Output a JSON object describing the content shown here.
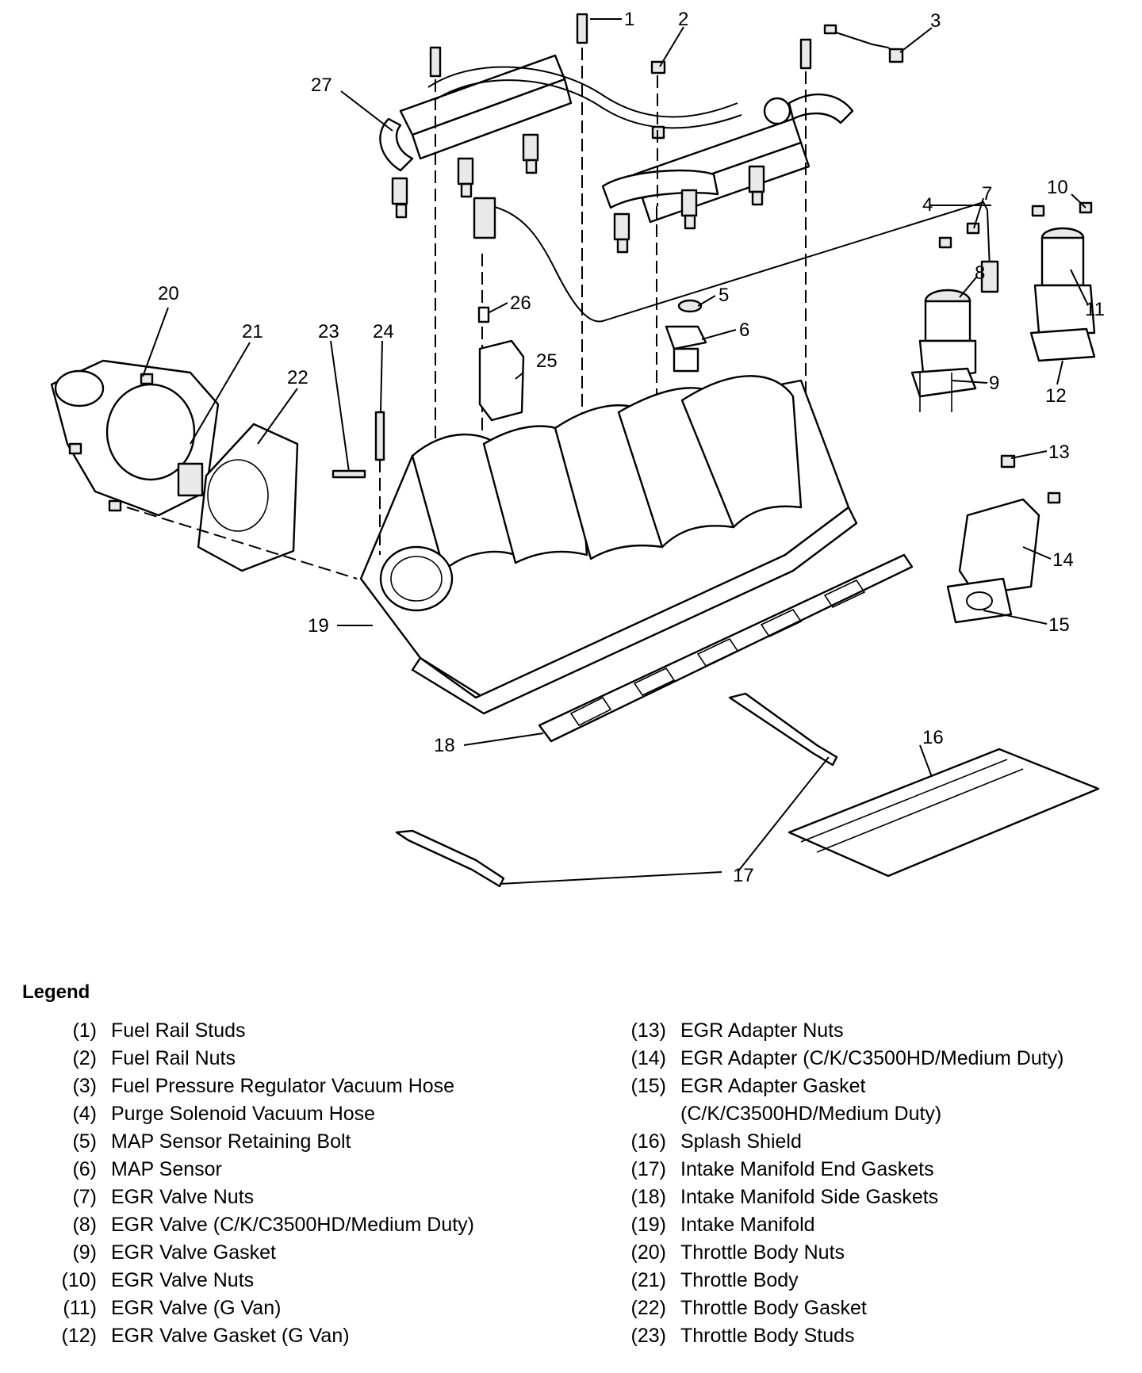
{
  "callouts": [
    "1",
    "2",
    "3",
    "4",
    "5",
    "6",
    "7",
    "8",
    "9",
    "10",
    "11",
    "12",
    "13",
    "14",
    "15",
    "16",
    "17",
    "18",
    "19",
    "20",
    "21",
    "22",
    "23",
    "24",
    "25",
    "26",
    "27"
  ],
  "legend": {
    "title": "Legend",
    "left": [
      {
        "num": "(1)",
        "desc": "Fuel Rail Studs"
      },
      {
        "num": "(2)",
        "desc": "Fuel Rail Nuts"
      },
      {
        "num": "(3)",
        "desc": "Fuel Pressure Regulator Vacuum Hose"
      },
      {
        "num": "(4)",
        "desc": "Purge Solenoid Vacuum Hose"
      },
      {
        "num": "(5)",
        "desc": "MAP Sensor Retaining Bolt"
      },
      {
        "num": "(6)",
        "desc": "MAP Sensor"
      },
      {
        "num": "(7)",
        "desc": "EGR Valve Nuts"
      },
      {
        "num": "(8)",
        "desc": "EGR Valve (C/K/C3500HD/Medium Duty)"
      },
      {
        "num": "(9)",
        "desc": "EGR Valve Gasket"
      },
      {
        "num": "(10)",
        "desc": "EGR Valve Nuts"
      },
      {
        "num": "(11)",
        "desc": "EGR Valve (G Van)"
      },
      {
        "num": "(12)",
        "desc": "EGR Valve Gasket (G Van)"
      }
    ],
    "right": [
      {
        "num": "(13)",
        "desc": "EGR Adapter Nuts"
      },
      {
        "num": "(14)",
        "desc": "EGR Adapter (C/K/C3500HD/Medium Duty)"
      },
      {
        "num": "(15)",
        "desc": "EGR Adapter Gasket\n(C/K/C3500HD/Medium Duty)"
      },
      {
        "num": "(16)",
        "desc": "Splash Shield"
      },
      {
        "num": "(17)",
        "desc": "Intake Manifold End Gaskets"
      },
      {
        "num": "(18)",
        "desc": "Intake Manifold Side Gaskets"
      },
      {
        "num": "(19)",
        "desc": "Intake Manifold"
      },
      {
        "num": "(20)",
        "desc": "Throttle Body Nuts"
      },
      {
        "num": "(21)",
        "desc": "Throttle Body"
      },
      {
        "num": "(22)",
        "desc": "Throttle Body Gasket"
      },
      {
        "num": "(23)",
        "desc": "Throttle Body Studs"
      }
    ]
  }
}
